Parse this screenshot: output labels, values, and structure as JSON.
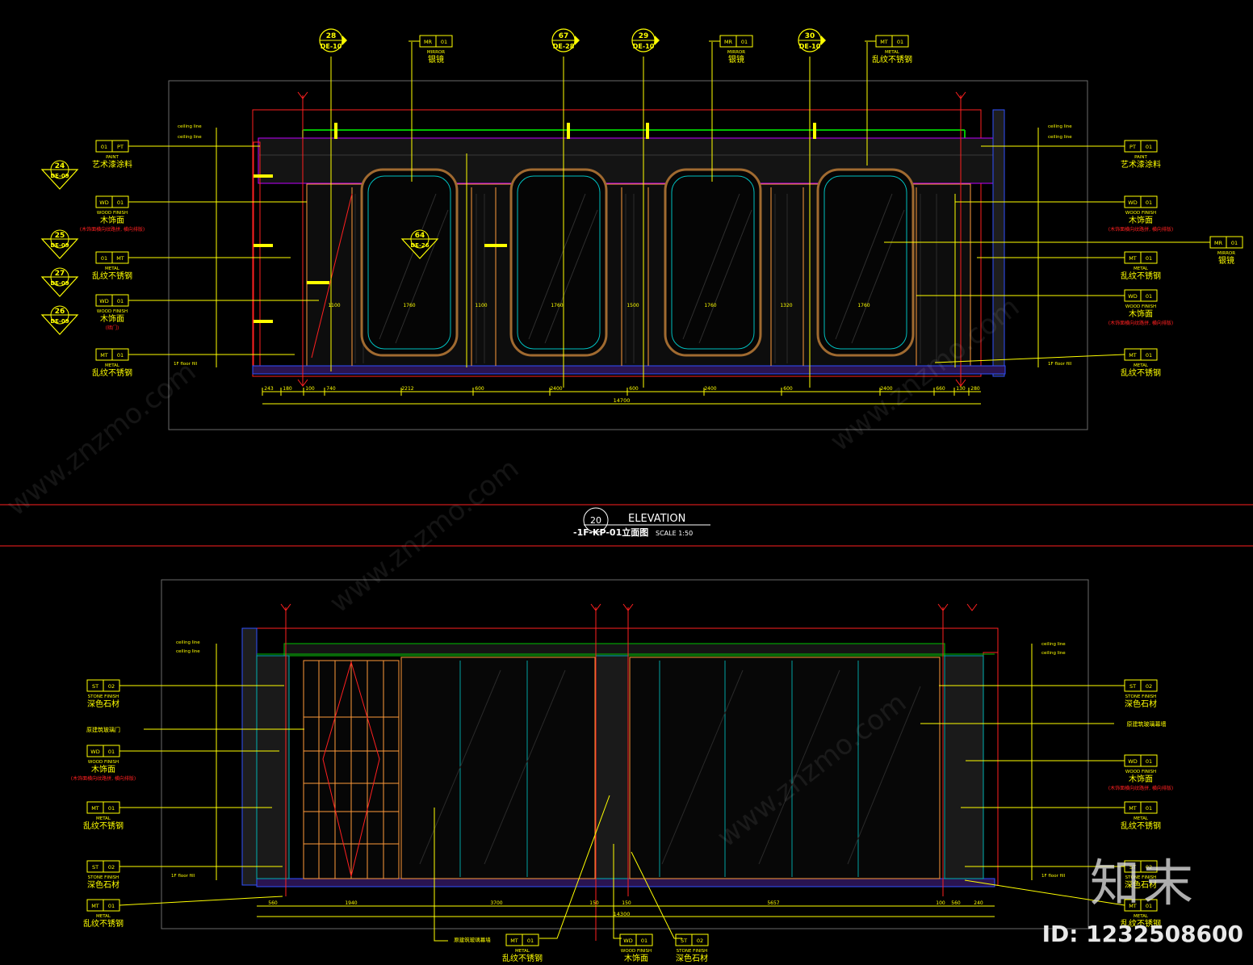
{
  "title_block": {
    "number": "20",
    "title": "ELEVATION",
    "code": "-1F-KP-01立面图",
    "scale": "SCALE  1:50"
  },
  "section_markers_top": [
    {
      "num": "28",
      "ref": "DE-10"
    },
    {
      "num": "67",
      "ref": "DE-28"
    },
    {
      "num": "29",
      "ref": "DE-10"
    },
    {
      "num": "30",
      "ref": "DE-10"
    }
  ],
  "section_markers_left": [
    {
      "num": "24",
      "ref": "DE-09"
    },
    {
      "num": "25",
      "ref": "DE-09"
    },
    {
      "num": "27",
      "ref": "DE-09"
    },
    {
      "num": "26",
      "ref": "DE-09"
    }
  ],
  "section_marker_center": {
    "num": "64",
    "ref": "DE-26"
  },
  "top_tags": [
    {
      "code": "MR",
      "num": "01",
      "en": "MIRROR",
      "cn": "银镜"
    },
    {
      "code": "MR",
      "num": "01",
      "en": "MIRROR",
      "cn": "银镜"
    },
    {
      "code": "MT",
      "num": "01",
      "en": "METAL",
      "cn": "乱纹不锈钢"
    }
  ],
  "e1_left_tags": [
    {
      "code": "01",
      "num": "PT",
      "en": "PAINT",
      "cn": "艺术漆涂料",
      "note": ""
    },
    {
      "code": "WD",
      "num": "01",
      "en": "WOOD FINISH",
      "cn": "木饰面",
      "note": "(木饰面横向纹路拼, 横向排版)"
    },
    {
      "code": "01",
      "num": "MT",
      "en": "METAL",
      "cn": "乱纹不锈钢",
      "note": ""
    },
    {
      "code": "WD",
      "num": "01",
      "en": "WOOD FINISH",
      "cn": "木饰面",
      "note": "(暗门)"
    },
    {
      "code": "MT",
      "num": "01",
      "en": "METAL",
      "cn": "乱纹不锈钢",
      "note": ""
    }
  ],
  "e1_right_tags": [
    {
      "code": "PT",
      "num": "01",
      "en": "PAINT",
      "cn": "艺术漆涂料",
      "note": ""
    },
    {
      "code": "WD",
      "num": "01",
      "en": "WOOD FINISH",
      "cn": "木饰面",
      "note": "(木饰面横向纹路拼, 横向排版)"
    },
    {
      "code": "MT",
      "num": "01",
      "en": "METAL",
      "cn": "乱纹不锈钢",
      "note": ""
    },
    {
      "code": "WD",
      "num": "01",
      "en": "WOOD FINISH",
      "cn": "木饰面",
      "note": "(木饰面横向纹路拼, 横向排版)"
    },
    {
      "code": "MT",
      "num": "01",
      "en": "METAL",
      "cn": "乱纹不锈钢",
      "note": ""
    }
  ],
  "e1_far_right_tag": {
    "code": "MR",
    "num": "01",
    "en": "MIRROR",
    "cn": "银镜"
  },
  "e1_dims_bottom": [
    "243",
    "180",
    "100",
    "740",
    "2212",
    "600",
    "2400",
    "600",
    "2400",
    "600",
    "2400",
    "660",
    "130",
    "280"
  ],
  "e1_total": "14700",
  "e1_panel_dims": [
    "1100",
    "1760",
    "1100",
    "1760",
    "1500",
    "1760",
    "1320",
    "1760"
  ],
  "level_labels": {
    "ceiling1": "ceiling line",
    "ceiling2": "ceiling line",
    "floor": "1F floor fill"
  },
  "e2_left_tags": [
    {
      "code": "ST",
      "num": "02",
      "en": "STONE FINISH",
      "cn": "深色石材",
      "note": ""
    },
    {
      "code": "",
      "num": "",
      "en": "",
      "cn": "原建筑玻璃门",
      "note": ""
    },
    {
      "code": "WD",
      "num": "01",
      "en": "WOOD FINISH",
      "cn": "木饰面",
      "note": "(木饰面横向纹路拼, 横向排版)"
    },
    {
      "code": "MT",
      "num": "01",
      "en": "METAL",
      "cn": "乱纹不锈钢",
      "note": ""
    },
    {
      "code": "ST",
      "num": "02",
      "en": "STONE FINISH",
      "cn": "深色石材",
      "note": ""
    },
    {
      "code": "MT",
      "num": "01",
      "en": "METAL",
      "cn": "乱纹不锈钢",
      "note": ""
    }
  ],
  "e2_right_tags": [
    {
      "code": "ST",
      "num": "02",
      "en": "STONE FINISH",
      "cn": "深色石材",
      "note": ""
    },
    {
      "code": "",
      "num": "",
      "en": "",
      "cn": "原建筑玻璃幕墙",
      "note": ""
    },
    {
      "code": "WD",
      "num": "01",
      "en": "WOOD FINISH",
      "cn": "木饰面",
      "note": "(木饰面横向纹路拼, 横向排版)"
    },
    {
      "code": "MT",
      "num": "01",
      "en": "METAL",
      "cn": "乱纹不锈钢",
      "note": ""
    },
    {
      "code": "ST",
      "num": "02",
      "en": "STONE FINISH",
      "cn": "深色石材",
      "note": ""
    },
    {
      "code": "MT",
      "num": "01",
      "en": "METAL",
      "cn": "乱纹不锈钢",
      "note": ""
    }
  ],
  "e2_bottom_tags": [
    {
      "code": "",
      "num": "",
      "cn": "原建筑玻璃幕墙"
    },
    {
      "code": "MT",
      "num": "01",
      "en": "METAL",
      "cn": "乱纹不锈钢"
    },
    {
      "code": "WD",
      "num": "01",
      "en": "WOOD FINISH",
      "cn": "木饰面"
    },
    {
      "code": "ST",
      "num": "02",
      "en": "STONE FINISH",
      "cn": "深色石材"
    }
  ],
  "e2_dims_bottom": [
    "560",
    "1940",
    "3700",
    "150",
    "150",
    "5657",
    "100",
    "560",
    "240"
  ],
  "e2_total": "14300",
  "watermark": {
    "logo": "知末",
    "id": "ID: 1232508600",
    "site": "www.znzmo.com"
  },
  "colors": {
    "bg": "#000000",
    "yellow": "#ffff00",
    "red": "#ff2020",
    "cyan": "#00e0e0",
    "green": "#00c000",
    "orange": "#ff9a3a",
    "magenta": "#c000ff",
    "blue": "#3050ff",
    "gray": "#6a6a6a",
    "white": "#ffffff"
  }
}
